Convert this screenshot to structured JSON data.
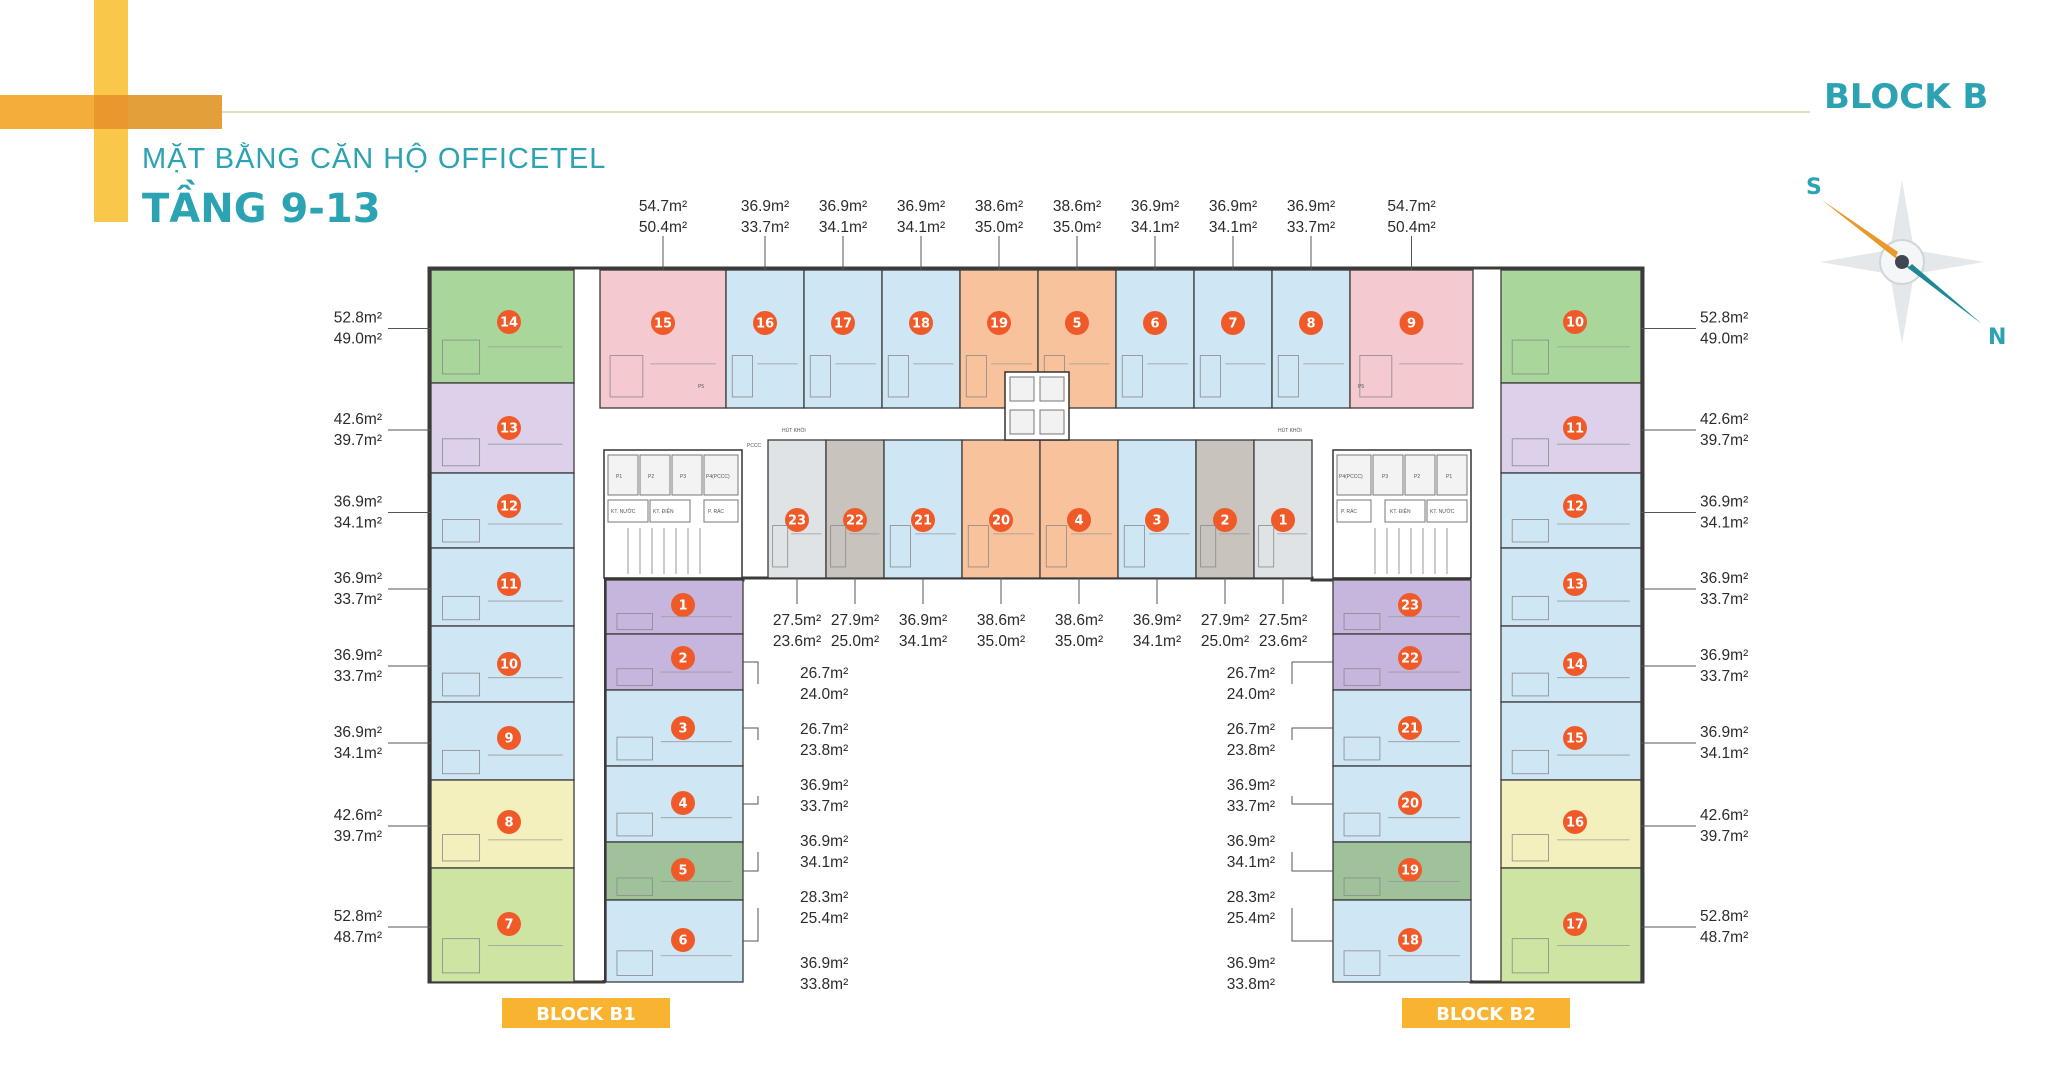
{
  "header": {
    "subtitle": "MẶT BẰNG CĂN HỘ OFFICETEL",
    "title": "TẦNG 9-13",
    "block_title": "BLOCK B"
  },
  "compass": {
    "south": "S",
    "north": "N"
  },
  "blocks": {
    "b1": "BLOCK B1",
    "b2": "BLOCK B2"
  },
  "colors": {
    "blue": "#cfe6f4",
    "green": "#a9d69b",
    "lightgreen": "#cde4a3",
    "pink": "#f4c9cf",
    "orange": "#f8c39c",
    "purple": "#c6b6dd",
    "lavender": "#ddd0eb",
    "yellow": "#f4f0bd",
    "gray": "#c9c3bd",
    "lightgray": "#dfe3e5",
    "sage": "#9fc29b",
    "marker": "#ef5a28",
    "title_teal": "#2ba3b3",
    "accent_orange": "#f4ad3a",
    "label_yellow": "#f8b431"
  },
  "top_units": [
    {
      "no": "15",
      "color": "pink",
      "a1": "54.7m²",
      "a2": "50.4m²"
    },
    {
      "no": "16",
      "color": "blue",
      "a1": "36.9m²",
      "a2": "33.7m²"
    },
    {
      "no": "17",
      "color": "blue",
      "a1": "36.9m²",
      "a2": "34.1m²"
    },
    {
      "no": "18",
      "color": "blue",
      "a1": "36.9m²",
      "a2": "34.1m²"
    },
    {
      "no": "19",
      "color": "orange",
      "a1": "38.6m²",
      "a2": "35.0m²"
    },
    {
      "no": "5",
      "color": "orange",
      "a1": "38.6m²",
      "a2": "35.0m²"
    },
    {
      "no": "6",
      "color": "blue",
      "a1": "36.9m²",
      "a2": "34.1m²"
    },
    {
      "no": "7",
      "color": "blue",
      "a1": "36.9m²",
      "a2": "34.1m²"
    },
    {
      "no": "8",
      "color": "blue",
      "a1": "36.9m²",
      "a2": "33.7m²"
    },
    {
      "no": "9",
      "color": "pink",
      "a1": "54.7m²",
      "a2": "50.4m²"
    }
  ],
  "middle_units": [
    {
      "no": "23",
      "color": "lightgray",
      "a1": "27.5m²",
      "a2": "23.6m²"
    },
    {
      "no": "22",
      "color": "gray",
      "a1": "27.9m²",
      "a2": "25.0m²"
    },
    {
      "no": "21",
      "color": "blue",
      "a1": "36.9m²",
      "a2": "34.1m²"
    },
    {
      "no": "20",
      "color": "orange",
      "a1": "38.6m²",
      "a2": "35.0m²"
    },
    {
      "no": "4",
      "color": "orange",
      "a1": "38.6m²",
      "a2": "35.0m²"
    },
    {
      "no": "3",
      "color": "blue",
      "a1": "36.9m²",
      "a2": "34.1m²"
    },
    {
      "no": "2",
      "color": "gray",
      "a1": "27.9m²",
      "a2": "25.0m²"
    },
    {
      "no": "1",
      "color": "lightgray",
      "a1": "27.5m²",
      "a2": "23.6m²"
    }
  ],
  "b1_outer": [
    {
      "no": "14",
      "color": "green",
      "a1": "52.8m²",
      "a2": "49.0m²"
    },
    {
      "no": "13",
      "color": "lavender",
      "a1": "42.6m²",
      "a2": "39.7m²"
    },
    {
      "no": "12",
      "color": "blue",
      "a1": "36.9m²",
      "a2": "34.1m²"
    },
    {
      "no": "11",
      "color": "blue",
      "a1": "36.9m²",
      "a2": "33.7m²"
    },
    {
      "no": "10",
      "color": "blue",
      "a1": "36.9m²",
      "a2": "33.7m²"
    },
    {
      "no": "9",
      "color": "blue",
      "a1": "36.9m²",
      "a2": "34.1m²"
    },
    {
      "no": "8",
      "color": "yellow",
      "a1": "42.6m²",
      "a2": "39.7m²"
    },
    {
      "no": "7",
      "color": "lightgreen",
      "a1": "52.8m²",
      "a2": "48.7m²"
    }
  ],
  "b1_inner": [
    {
      "no": "1",
      "color": "purple",
      "a1": "",
      "a2": ""
    },
    {
      "no": "2",
      "color": "purple",
      "a1": "26.7m²",
      "a2": "24.0m²"
    },
    {
      "no": "3",
      "color": "blue",
      "a1": "26.7m²",
      "a2": "23.8m²"
    },
    {
      "no": "4",
      "color": "blue",
      "a1": "36.9m²",
      "a2": "33.7m²"
    },
    {
      "no": "5",
      "color": "sage",
      "a1": "36.9m²",
      "a2": "34.1m²"
    },
    {
      "no": "6",
      "color": "blue",
      "a1": "28.3m²",
      "a2": "25.4m²"
    }
  ],
  "b1_inner_extra": {
    "a1": "36.9m²",
    "a2": "33.8m²"
  },
  "b2_outer": [
    {
      "no": "10",
      "color": "green",
      "a1": "52.8m²",
      "a2": "49.0m²"
    },
    {
      "no": "11",
      "color": "lavender",
      "a1": "42.6m²",
      "a2": "39.7m²"
    },
    {
      "no": "12",
      "color": "blue",
      "a1": "36.9m²",
      "a2": "34.1m²"
    },
    {
      "no": "13",
      "color": "blue",
      "a1": "36.9m²",
      "a2": "33.7m²"
    },
    {
      "no": "14",
      "color": "blue",
      "a1": "36.9m²",
      "a2": "33.7m²"
    },
    {
      "no": "15",
      "color": "blue",
      "a1": "36.9m²",
      "a2": "34.1m²"
    },
    {
      "no": "16",
      "color": "yellow",
      "a1": "42.6m²",
      "a2": "39.7m²"
    },
    {
      "no": "17",
      "color": "lightgreen",
      "a1": "52.8m²",
      "a2": "48.7m²"
    }
  ],
  "b2_inner": [
    {
      "no": "23",
      "color": "purple",
      "a1": "",
      "a2": ""
    },
    {
      "no": "22",
      "color": "purple",
      "a1": "26.7m²",
      "a2": "24.0m²"
    },
    {
      "no": "21",
      "color": "blue",
      "a1": "26.7m²",
      "a2": "23.8m²"
    },
    {
      "no": "20",
      "color": "blue",
      "a1": "36.9m²",
      "a2": "33.7m²"
    },
    {
      "no": "19",
      "color": "sage",
      "a1": "36.9m²",
      "a2": "34.1m²"
    },
    {
      "no": "18",
      "color": "blue",
      "a1": "28.3m²",
      "a2": "25.4m²"
    }
  ],
  "b2_inner_extra": {
    "a1": "36.9m²",
    "a2": "33.8m²"
  },
  "service_rooms": {
    "left": [
      "P1",
      "P2",
      "P3",
      "P4(PCCC)",
      "KT. NƯỚC",
      "KT. ĐIỆN",
      "P. RÁC"
    ],
    "right": [
      "P4(PCCC)",
      "P3",
      "P2",
      "P1",
      "P. RÁC",
      "KT. ĐIỆN",
      "KT. NƯỚC"
    ],
    "core": [
      "PCCC",
      "HÚT KHÓI",
      "P5"
    ]
  }
}
